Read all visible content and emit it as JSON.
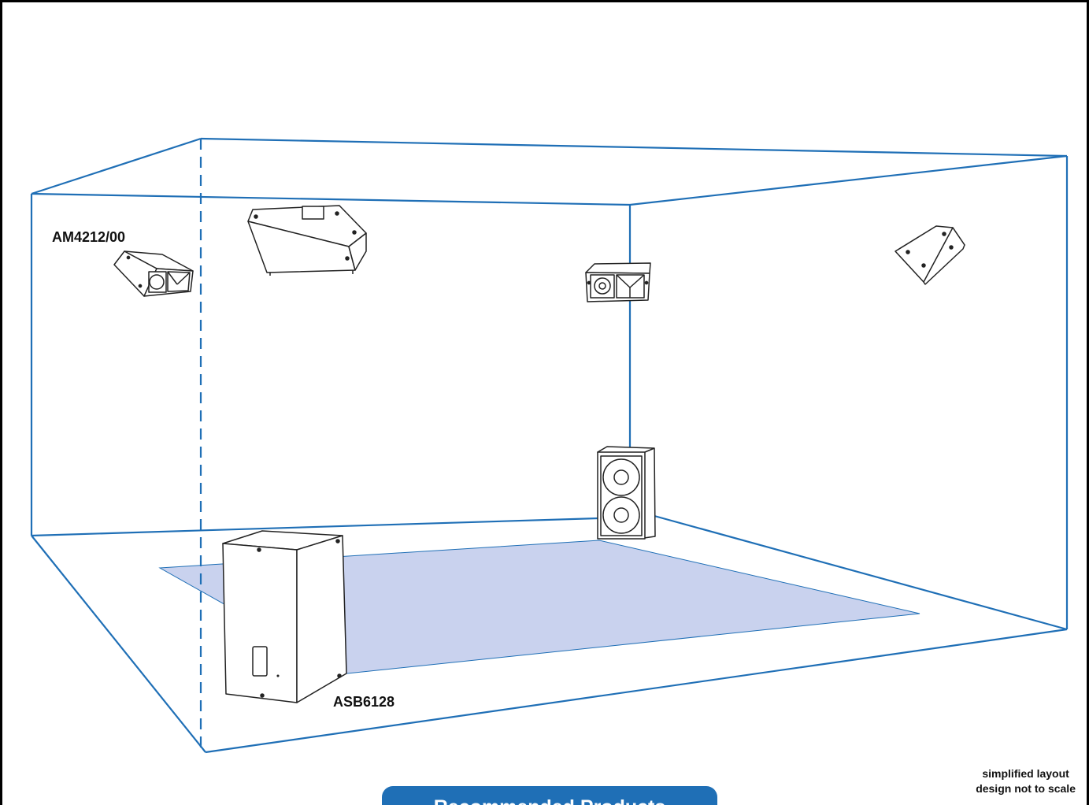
{
  "labels": {
    "speaker_top": "AM4212/00",
    "subwoofer": "ASB6128"
  },
  "note": {
    "line1": "simplified layout",
    "line2": "design not to scale"
  },
  "tab": {
    "label": "Recommended Products"
  },
  "colors": {
    "room_edge": "#1f6fb6",
    "floor_area": "#c9d2ee",
    "frame": "#000000"
  }
}
